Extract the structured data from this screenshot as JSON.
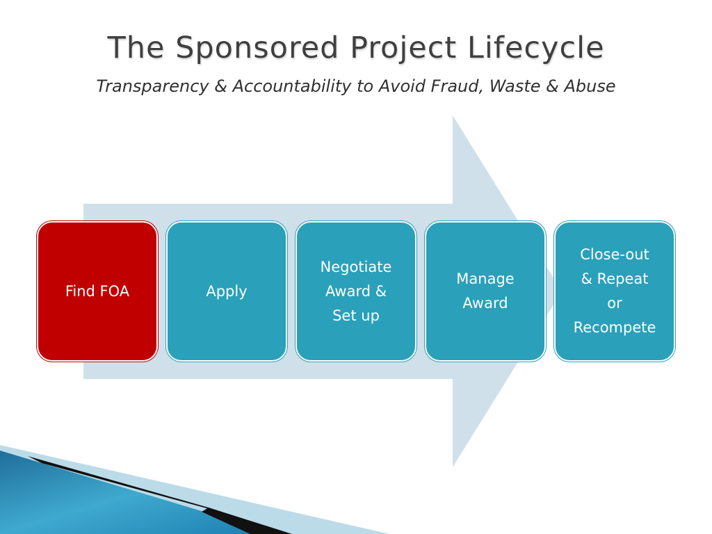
{
  "title": "The Sponsored Project Lifecycle",
  "subtitle": "Transparency & Accountability to Avoid Fraud, Waste & Abuse",
  "colors": {
    "arrow": "#d0e0ea",
    "step": "#2aa0ba",
    "active_step": "#c00000",
    "text": "#ffffff"
  },
  "steps": [
    {
      "label": "Find FOA",
      "active": true
    },
    {
      "label": "Apply",
      "active": false
    },
    {
      "label": "Negotiate\nAward &\nSet up",
      "active": false
    },
    {
      "label": "Manage\nAward",
      "active": false
    },
    {
      "label": "Close-out\n& Repeat\nor\nRecompete",
      "active": false
    }
  ]
}
